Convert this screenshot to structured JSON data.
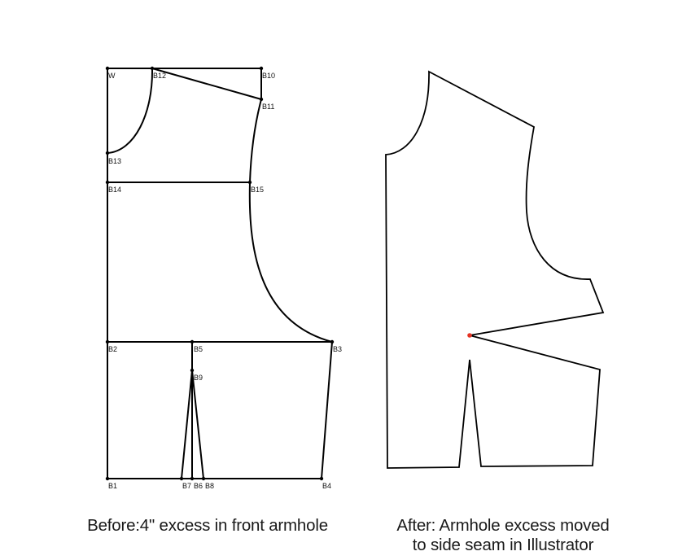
{
  "captions": {
    "before": "Before:4\" excess in front armhole",
    "after_line1": "After: Armhole excess moved",
    "after_line2": "to side seam in Illustrator"
  },
  "before_pattern": {
    "point_labels": {
      "W": "W",
      "B1": "B1",
      "B2": "B2",
      "B3": "B3",
      "B4": "B4",
      "B5": "B5",
      "B6": "B6",
      "B7": "B7",
      "B8": "B8",
      "B9": "B9",
      "B10": "B10",
      "B11": "B11",
      "B12": "B12",
      "B13": "B13",
      "B14": "B14",
      "B15": "B15"
    }
  },
  "after_pattern": {
    "highlight_point_color": "#e53323"
  },
  "colors": {
    "line": "#000000",
    "background": "#ffffff",
    "highlight": "#e53323"
  }
}
